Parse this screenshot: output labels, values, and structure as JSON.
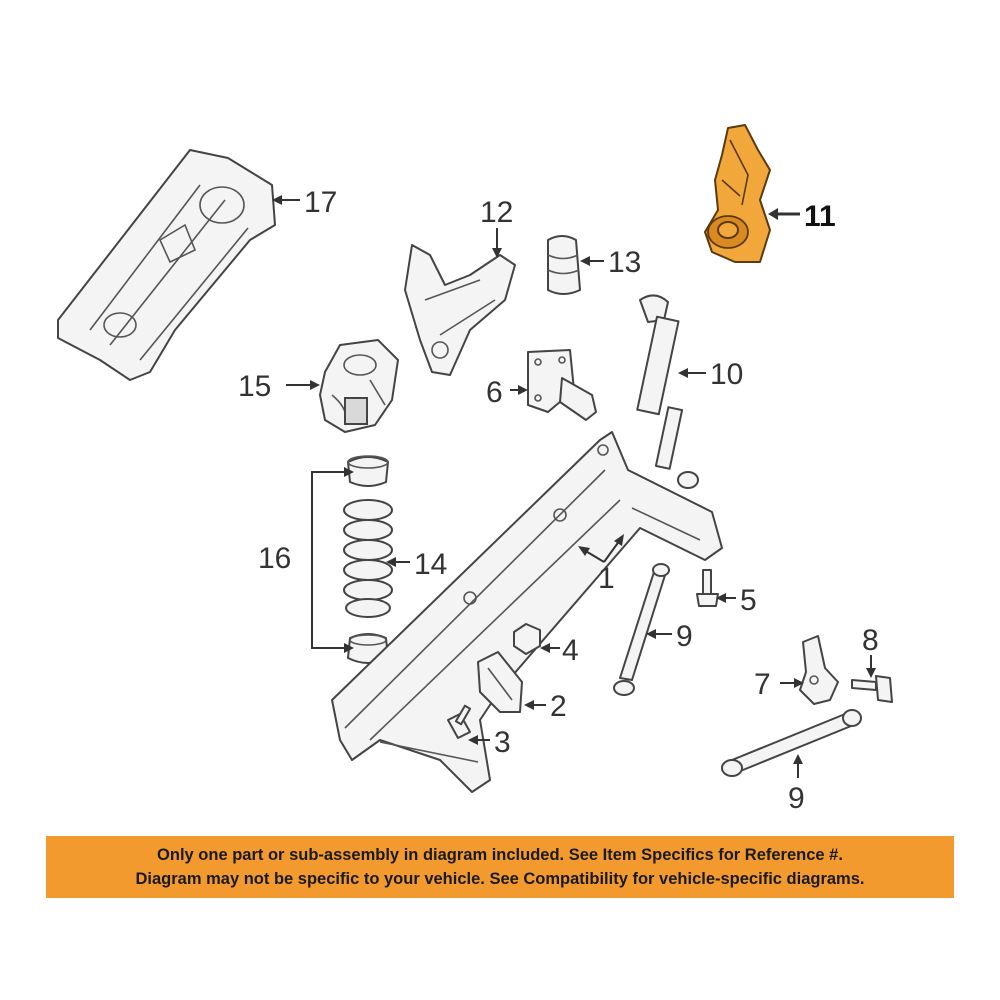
{
  "callouts": {
    "c1": "1",
    "c2": "2",
    "c3": "3",
    "c4": "4",
    "c5": "5",
    "c6": "6",
    "c7": "7",
    "c8": "8",
    "c9a": "9",
    "c9b": "9",
    "c10": "10",
    "c11": "11",
    "c12": "12",
    "c13": "13",
    "c14": "14",
    "c15": "15",
    "c16": "16",
    "c17": "17"
  },
  "highlighted_part": "11",
  "colors": {
    "highlight": "#f2a73b",
    "banner": "#f39a2e",
    "line_art": "#444444"
  },
  "notice": {
    "line1": "Only one part or sub-assembly in diagram included. See Item Specifics for Reference #.",
    "line2": "Diagram may not be specific to your vehicle. See Compatibility for vehicle-specific diagrams."
  }
}
